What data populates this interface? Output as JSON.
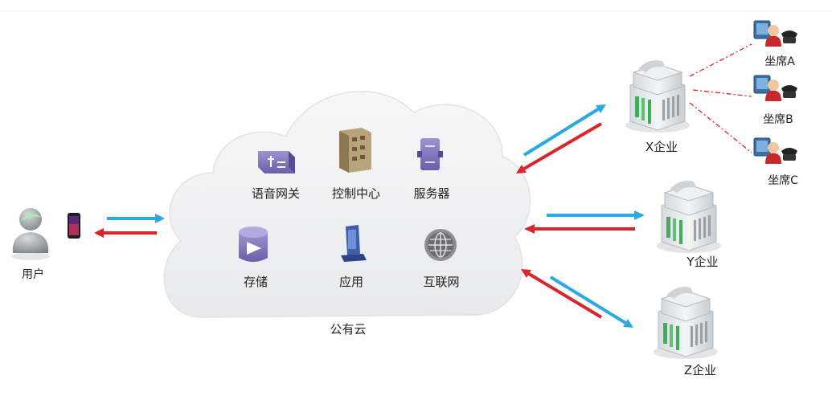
{
  "user": {
    "label": "用户"
  },
  "cloud": {
    "label": "公有云",
    "items": [
      {
        "label": "语音网关",
        "icon": "voice-gateway-icon"
      },
      {
        "label": "控制中心",
        "icon": "control-center-icon"
      },
      {
        "label": "服务器",
        "icon": "server-icon"
      },
      {
        "label": "存储",
        "icon": "storage-icon"
      },
      {
        "label": "应用",
        "icon": "application-icon"
      },
      {
        "label": "互联网",
        "icon": "internet-globe-icon"
      }
    ]
  },
  "enterprises": [
    {
      "label": "X企业",
      "icon": "building-icon"
    },
    {
      "label": "Y企业",
      "icon": "building-icon"
    },
    {
      "label": "Z企业",
      "icon": "building-icon"
    }
  ],
  "agents": [
    {
      "label": "坐席A",
      "icon": "agent-phone-icon"
    },
    {
      "label": "坐席B",
      "icon": "agent-phone-icon"
    },
    {
      "label": "坐席C",
      "icon": "agent-phone-icon"
    }
  ],
  "colors": {
    "outbound_arrow": "#2aaae2",
    "inbound_arrow": "#d9262a",
    "dashed_link": "#d9262a",
    "cloud_fill": "#f1f2f4",
    "icon_purple": "#7a6fb8",
    "building_green": "#3fae5a"
  }
}
